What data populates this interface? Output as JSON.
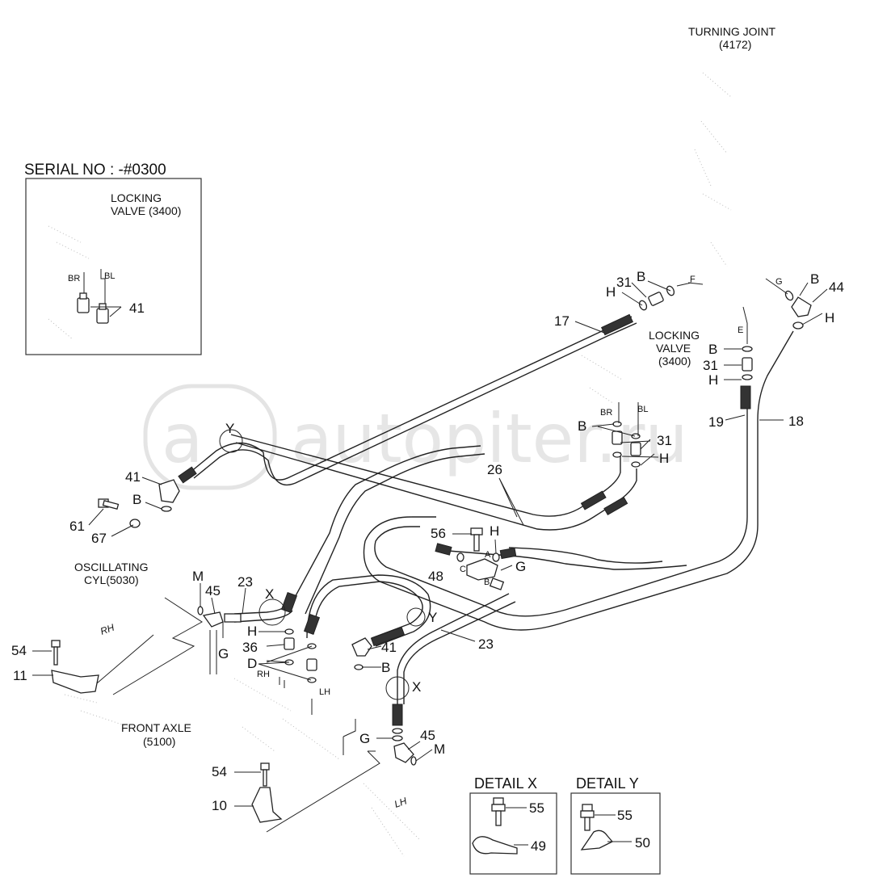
{
  "watermark": {
    "text": "autopiter.ru",
    "badge": "a"
  },
  "title_labels": {
    "turning_joint": "TURNING JOINT",
    "turning_joint_code": "(4172)",
    "serial": "SERIAL NO : -#0300",
    "locking_valve_inset": "LOCKING",
    "locking_valve_inset_code": "VALVE (3400)",
    "locking_valve_main": "LOCKING",
    "locking_valve_main_2": "VALVE",
    "locking_valve_main_code": "(3400)",
    "oscillating": "OSCILLATING",
    "oscillating_code": "CYL(5030)",
    "front_axle": "FRONT AXLE",
    "front_axle_code": "(5100)"
  },
  "inset": {
    "br": "BR",
    "bl": "BL",
    "part": "41"
  },
  "ports": {
    "f": "F",
    "g": "G",
    "e": "E",
    "br": "BR",
    "bl": "BL",
    "a": "A",
    "b": "B",
    "c": "C",
    "rh": "RH",
    "lh": "LH"
  },
  "side_marks": {
    "rh_top": "RH",
    "lh_bottom": "LH"
  },
  "callouts": [
    {
      "id": "c17",
      "text": "17"
    },
    {
      "id": "c31a",
      "text": "31"
    },
    {
      "id": "cBa",
      "text": "B"
    },
    {
      "id": "cHa",
      "text": "H"
    },
    {
      "id": "cBb",
      "text": "B"
    },
    {
      "id": "c44",
      "text": "44"
    },
    {
      "id": "cHb",
      "text": "H"
    },
    {
      "id": "cBc",
      "text": "B"
    },
    {
      "id": "c31b",
      "text": "31"
    },
    {
      "id": "cHc",
      "text": "H"
    },
    {
      "id": "c19",
      "text": "19"
    },
    {
      "id": "c18",
      "text": "18"
    },
    {
      "id": "cBd",
      "text": "B"
    },
    {
      "id": "c31c",
      "text": "31"
    },
    {
      "id": "cHd",
      "text": "H"
    },
    {
      "id": "c26",
      "text": "26"
    },
    {
      "id": "cY1",
      "text": "Y"
    },
    {
      "id": "c41a",
      "text": "41"
    },
    {
      "id": "cBe",
      "text": "B"
    },
    {
      "id": "c61",
      "text": "61"
    },
    {
      "id": "c67",
      "text": "67"
    },
    {
      "id": "c56",
      "text": "56"
    },
    {
      "id": "cHe",
      "text": "H"
    },
    {
      "id": "cG1",
      "text": "G"
    },
    {
      "id": "c48",
      "text": "48"
    },
    {
      "id": "cM1",
      "text": "M"
    },
    {
      "id": "c45a",
      "text": "45"
    },
    {
      "id": "c23a",
      "text": "23"
    },
    {
      "id": "cX1",
      "text": "X"
    },
    {
      "id": "cY2",
      "text": "Y"
    },
    {
      "id": "cHf",
      "text": "H"
    },
    {
      "id": "c36",
      "text": "36"
    },
    {
      "id": "cD",
      "text": "D"
    },
    {
      "id": "c41b",
      "text": "41"
    },
    {
      "id": "cBf",
      "text": "B"
    },
    {
      "id": "c23b",
      "text": "23"
    },
    {
      "id": "cG2",
      "text": "G"
    },
    {
      "id": "cX2",
      "text": "X"
    },
    {
      "id": "c54a",
      "text": "54"
    },
    {
      "id": "c11",
      "text": "11"
    },
    {
      "id": "cG3",
      "text": "G"
    },
    {
      "id": "c45b",
      "text": "45"
    },
    {
      "id": "cM2",
      "text": "M"
    },
    {
      "id": "c54b",
      "text": "54"
    },
    {
      "id": "c10",
      "text": "10"
    }
  ],
  "details": {
    "x": {
      "title": "DETAIL X",
      "bolt": "55",
      "clamp": "49"
    },
    "y": {
      "title": "DETAIL Y",
      "bolt": "55",
      "clamp": "50"
    }
  }
}
